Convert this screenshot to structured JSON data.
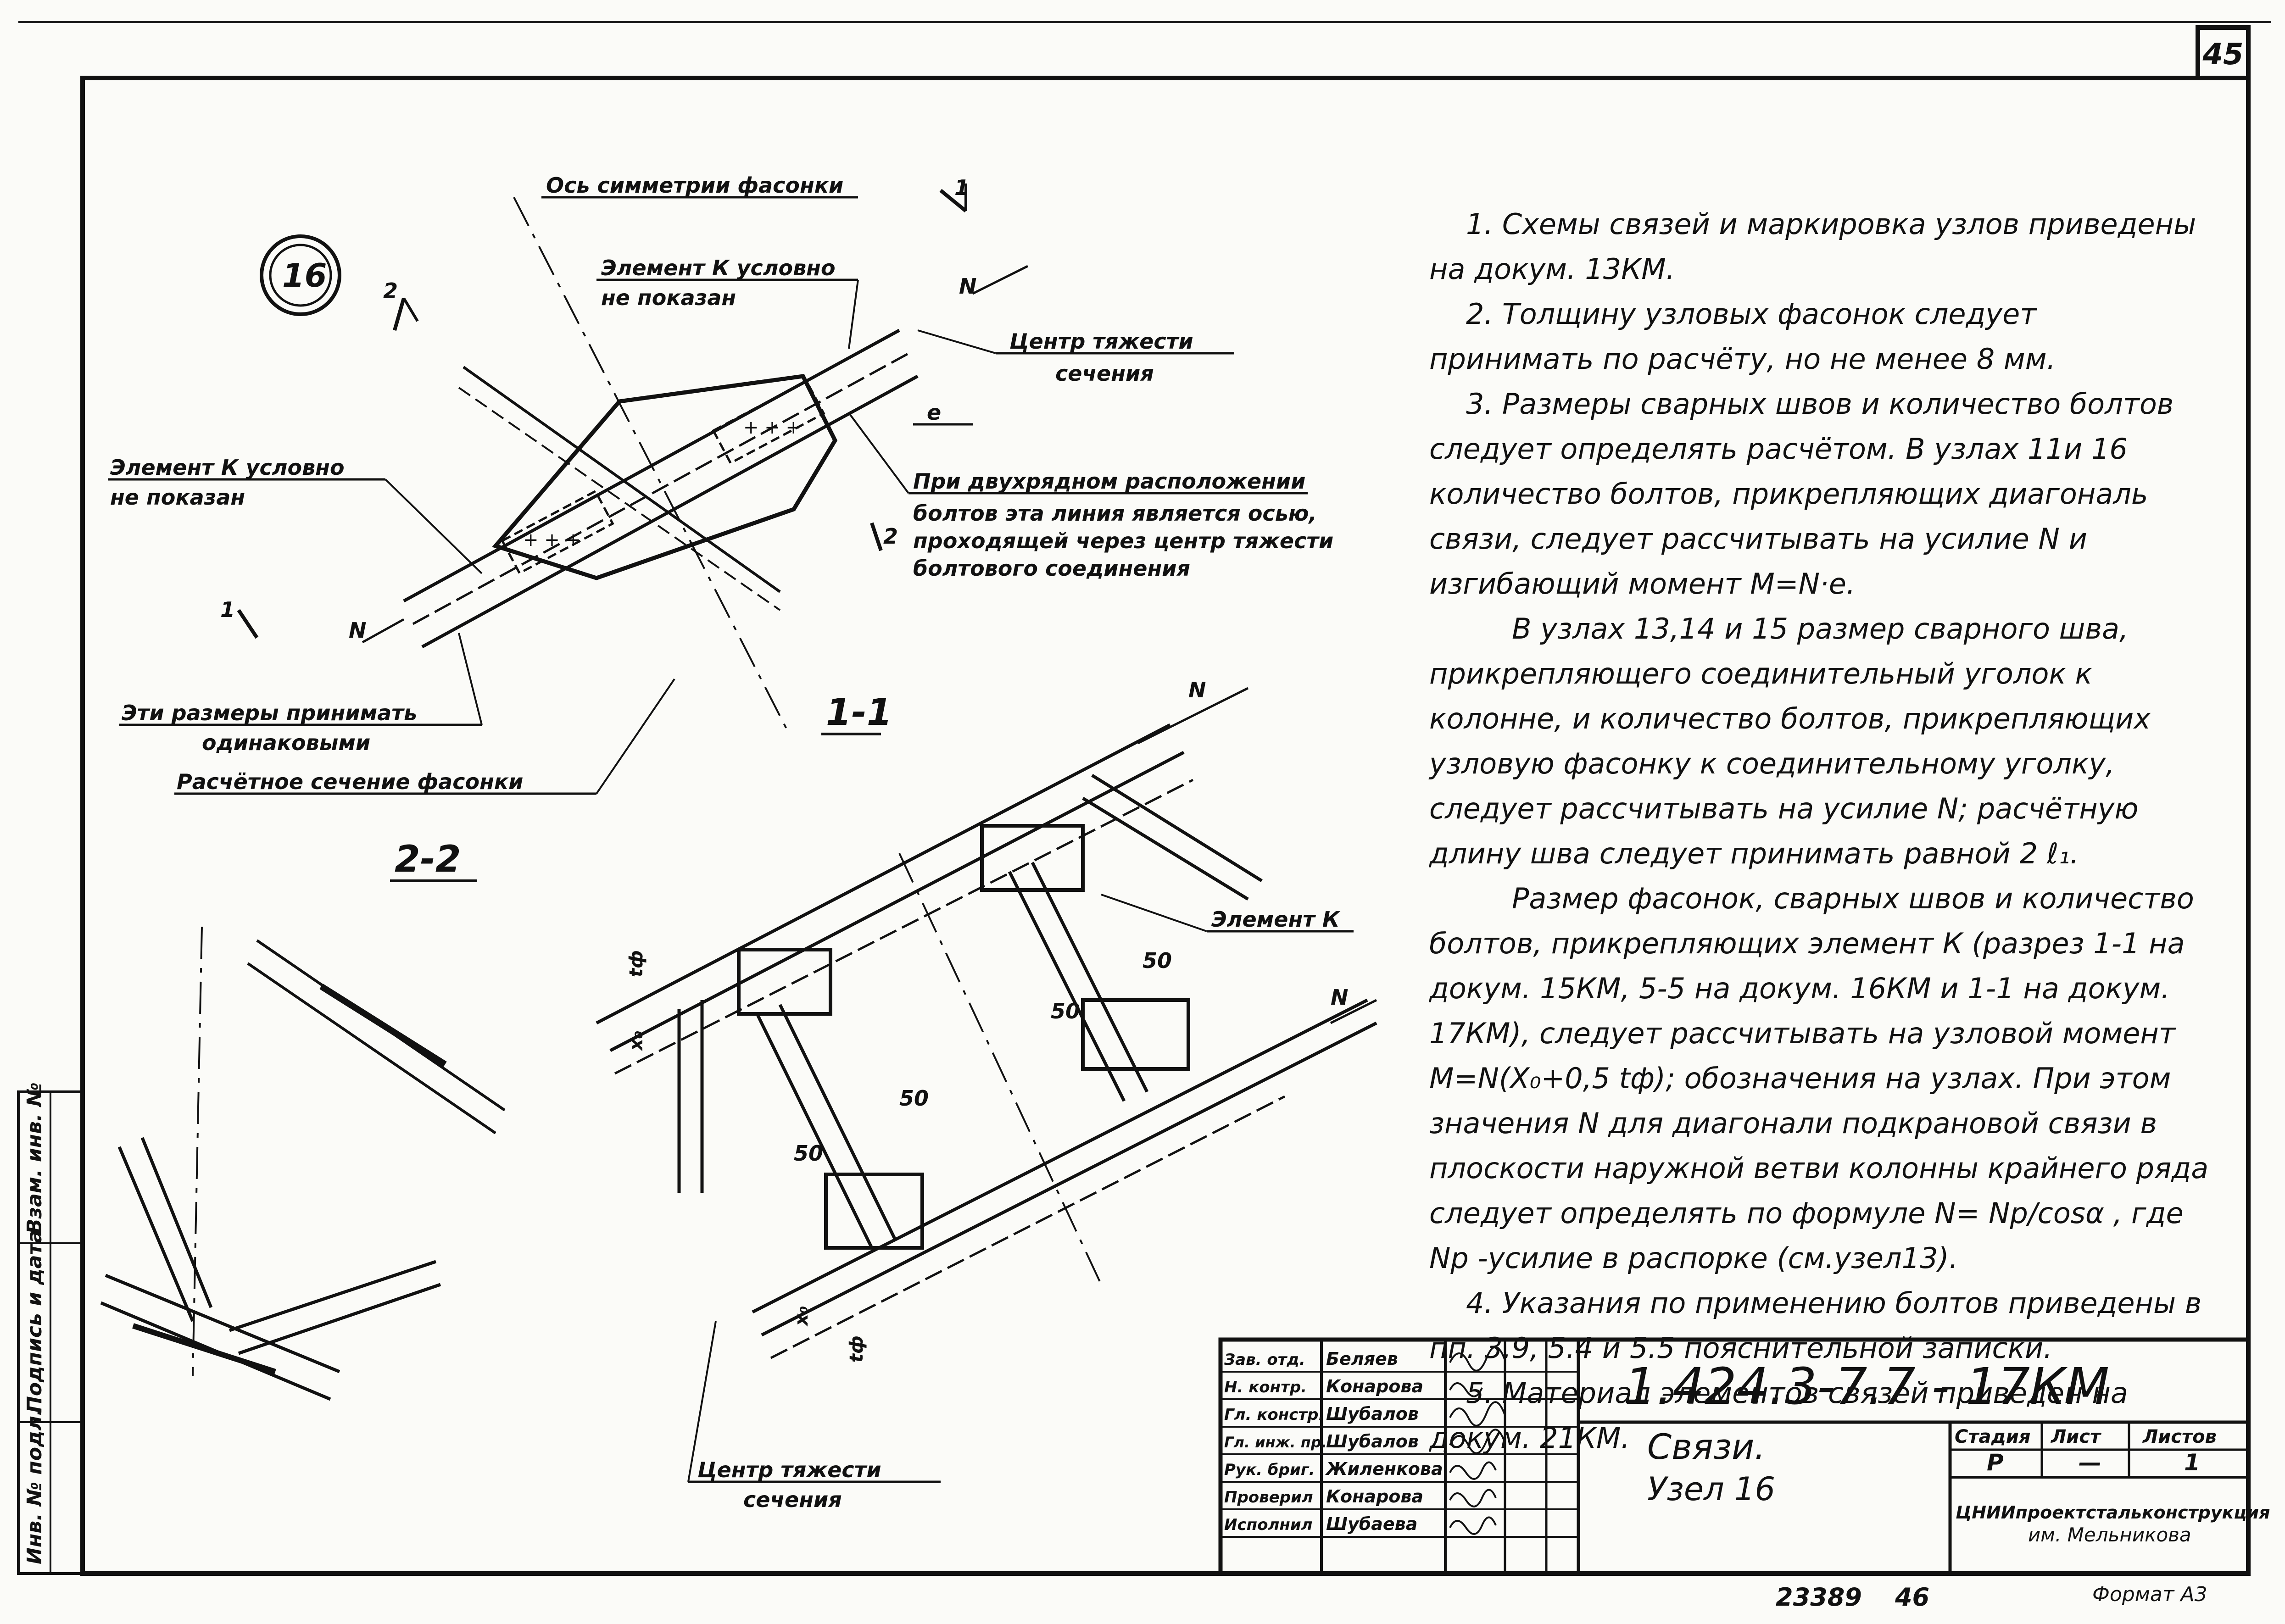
{
  "page_number": "45",
  "node_marker": "16",
  "labels": {
    "axis_symmetry": "Ось симметрии фасонки",
    "element_k_top_1": "Элемент К условно",
    "element_k_top_2": "не показан",
    "element_k_left_1": "Элемент К условно",
    "element_k_left_2": "не показан",
    "center_gravity_1": "Центр тяжести",
    "center_gravity_2": "сечения",
    "e_label": "е",
    "two_row_1": "При двухрядном расположении",
    "two_row_2": "болтов эта линия является осью,",
    "two_row_3": "проходящей через центр тяжести",
    "two_row_4": "болтового соединения",
    "equal_dims_1": "Эти размеры принимать",
    "equal_dims_2": "одинаковыми",
    "design_section": "Расчётное сечение фасонки",
    "section_11": "1-1",
    "section_22": "2-2",
    "mark_1": "1",
    "mark_2": "2",
    "force_n": "N",
    "element_k": "Элемент К",
    "dim_50": "50",
    "t_phi": "tф",
    "x_0": "x₀",
    "center_gravity_b1": "Центр тяжести",
    "center_gravity_b2": "сечения"
  },
  "notes": [
    "1. Схемы связей и маркировка узлов приведены на докум. 13КМ.",
    "2. Толщину узловых фасонок следует принимать по расчёту, но не менее 8 мм.",
    "3. Размеры сварных швов и количество болтов следует определять расчётом. В узлах 11и 16 количество болтов, прикрепляющих диагональ связи, следует рассчитывать на усилие N и изгибающий момент М=N·е.",
    "В узлах 13,14 и 15 размер сварного шва, прикрепляющего соединительный уголок к колонне, и количество болтов, прикрепляющих узловую фасонку к соединительному уголку, следует рассчитывать на усилие N; расчётную длину шва следует принимать равной 2 ℓ₁.",
    "Размер фасонок, сварных швов и количество болтов, прикрепляющих элемент К (разрез 1-1 на докум. 15КМ, 5-5 на докум. 16КМ и 1-1 на докум. 17КМ), следует рассчитывать на узловой момент М=N(X₀+0,5 tф); обозначения на узлах. При этом значения N для диагонали подкрановой связи в плоскости наружной ветви колонны крайнего ряда следует определять по формуле N= Nр/cosα , где Nр -усилие в распорке (см.узел13).",
    "4. Указания по применению болтов приведены в пп. 3.9, 5.4 и 5.5 пояснительной записки.",
    "5. Материал элементов связей приведен на докум. 21КМ."
  ],
  "side_stamp": {
    "col1": "Инв. № подл.",
    "col2": "Подпись и дата",
    "col3": "Взам. инв. №"
  },
  "title_block": {
    "code": "1.424.3-7.7 - 17КМ",
    "title_line1": "Связи.",
    "title_line2": "Узел 16",
    "stage_header": "Стадия",
    "sheet_header": "Лист",
    "sheets_header": "Листов",
    "stage_value": "Р",
    "sheet_value": "—",
    "sheets_value": "1",
    "org_line1": "ЦНИИпроектстальконструкция",
    "org_line2": "им. Мельникова",
    "roles": [
      {
        "role": "Зав. отд.",
        "name": "Беляев"
      },
      {
        "role": "Н. контр.",
        "name": "Конарова"
      },
      {
        "role": "Гл. констр.",
        "name": "Шубалов"
      },
      {
        "role": "Гл. инж. пр.",
        "name": "Шубалов"
      },
      {
        "role": "Рук. бриг.",
        "name": "Жиленкова"
      },
      {
        "role": "Проверил",
        "name": "Конарова"
      },
      {
        "role": "Исполнил",
        "name": "Шубаева"
      }
    ]
  },
  "footer": {
    "inventory": "23389",
    "page": "46",
    "format": "Формат А3"
  }
}
